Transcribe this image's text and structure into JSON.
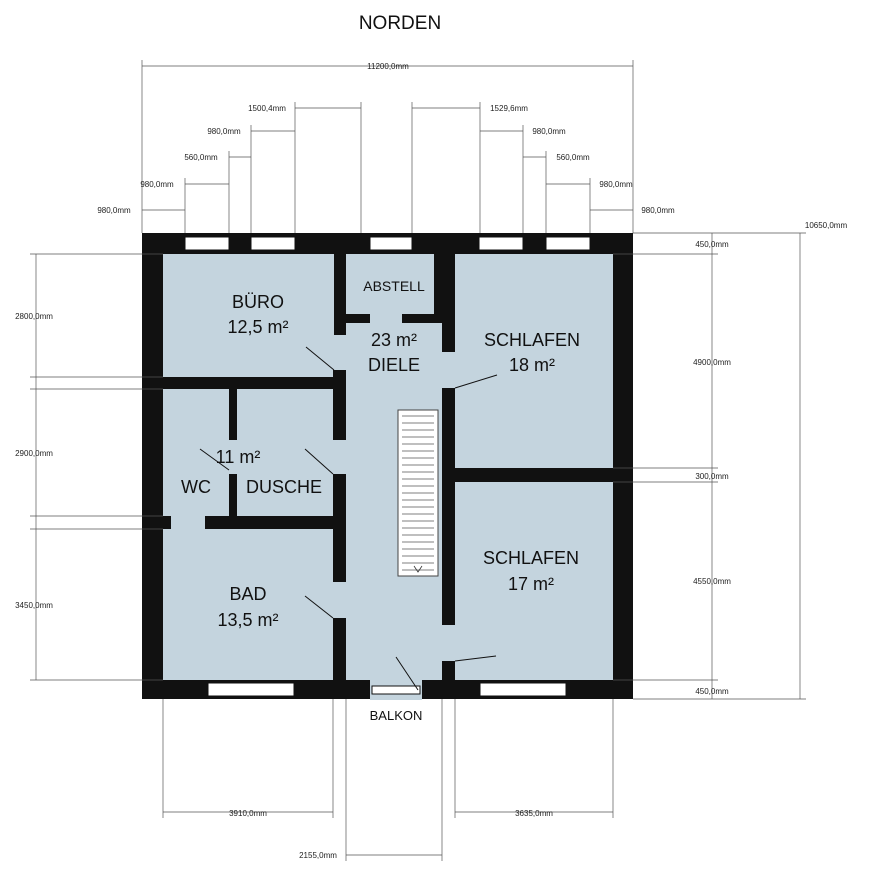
{
  "title": "NORDEN",
  "colors": {
    "room_fill": "#c4d4de",
    "wall": "#111111",
    "background": "#ffffff"
  },
  "rooms": {
    "buero": {
      "name": "BÜRO",
      "area": "12,5 m²"
    },
    "abstell": {
      "name": "ABSTELL"
    },
    "diele": {
      "name": "DIELE",
      "area": "23 m²"
    },
    "schlafen1": {
      "name": "SCHLAFEN",
      "area": "18 m²"
    },
    "wc_dusche_area": "11 m²",
    "wc": {
      "name": "WC"
    },
    "dusche": {
      "name": "DUSCHE"
    },
    "bad": {
      "name": "BAD",
      "area": "13,5 m²"
    },
    "schlafen2": {
      "name": "SCHLAFEN",
      "area": "17 m²"
    }
  },
  "balkon": "BALKON",
  "dimensions": {
    "total_width": "11200,0mm",
    "total_height": "10650,0mm",
    "top": {
      "w1500": "1500,4mm",
      "w1529": "1529,6mm",
      "left_980_a": "980,0mm",
      "right_980_a": "980,0mm",
      "left_560": "560,0mm",
      "right_560": "560,0mm",
      "left_980_b": "980,0mm",
      "right_980_b": "980,0mm",
      "left_980_c": "980,0mm",
      "right_980_c": "980,0mm"
    },
    "left": {
      "d2800": "2800,0mm",
      "d2900": "2900,0mm",
      "d3450": "3450,0mm"
    },
    "right": {
      "d450_top": "450,0mm",
      "d4900": "4900,0mm",
      "d300": "300,0mm",
      "d4550": "4550,0mm",
      "d450_bottom": "450,0mm"
    },
    "bottom": {
      "d3910": "3910,0mm",
      "d3635": "3635,0mm",
      "d2155": "2155,0mm"
    }
  }
}
